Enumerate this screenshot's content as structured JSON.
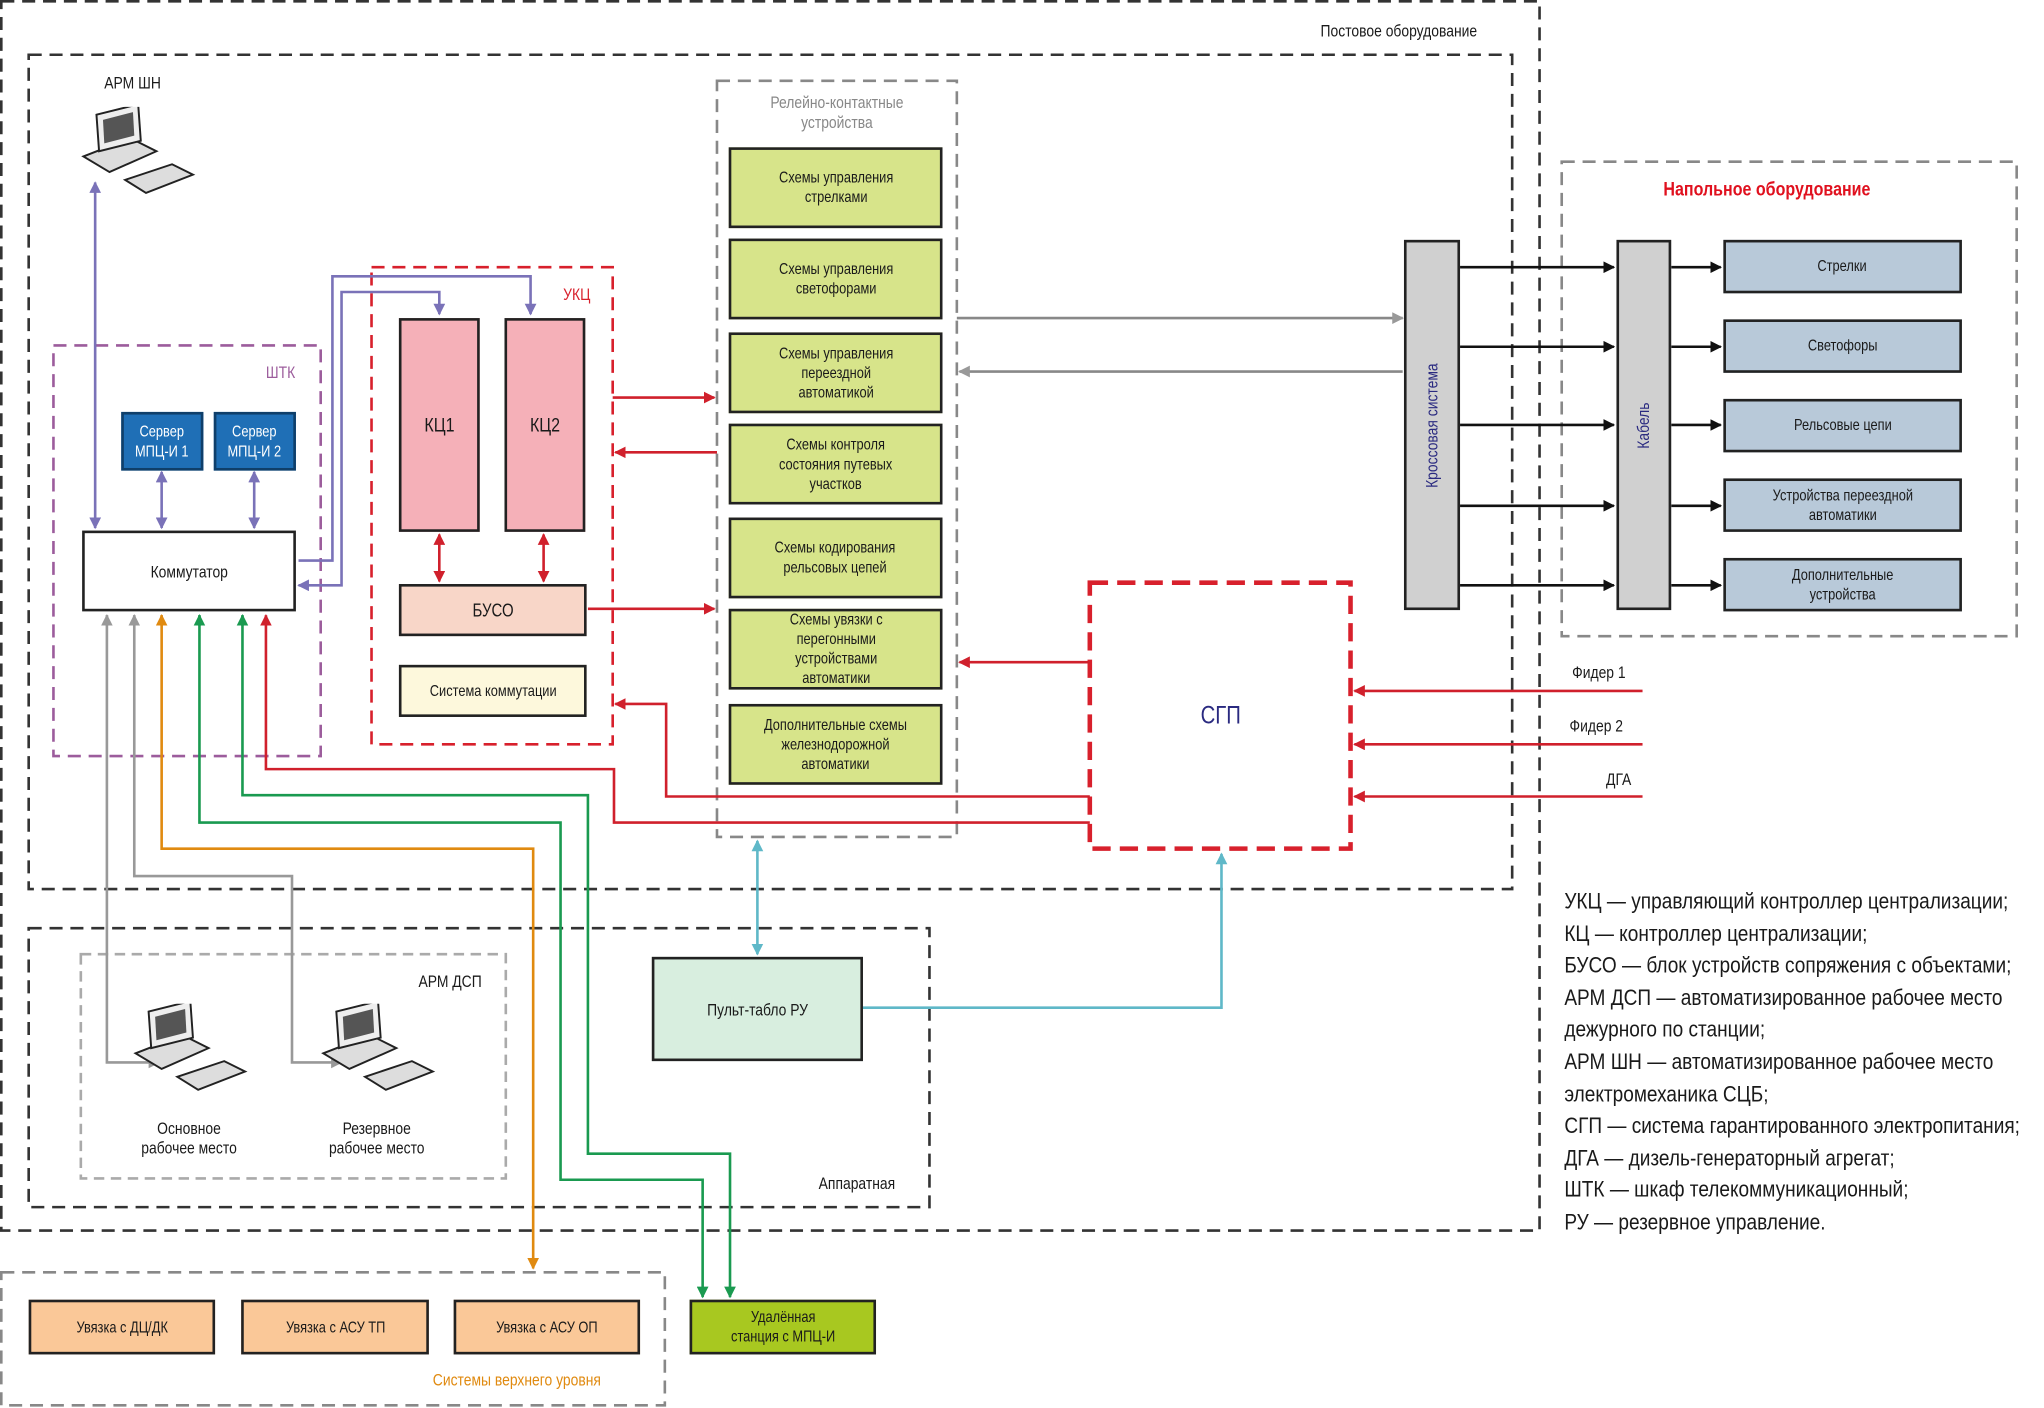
{
  "regions": {
    "post_equipment": "Постовое оборудование",
    "apparatus_room": "Аппаратная",
    "relay_contact": "Релейно-контактные\nустройства",
    "floor_equipment": "Напольное оборудование",
    "upper_level": "Системы верхнего уровня",
    "shtk": "ШТК",
    "ukc": "УКЦ",
    "arm_dsp": "АРМ ДСП"
  },
  "arm_shn": {
    "label": "АРМ ШН"
  },
  "servers": [
    "Сервер\nМПЦ-И 1",
    "Сервер\nМПЦ-И 2"
  ],
  "switch": "Коммутатор",
  "kc": [
    "КЦ1",
    "КЦ2"
  ],
  "buso": "БУСО",
  "commutation_system": "Система коммутации",
  "relay_schemes": [
    "Схемы управления\nстрелками",
    "Схемы управления\nсветофорами",
    "Схемы управления\nпереездной\nавтоматикой",
    "Схемы контроля\nсостояния путевых\nучастков",
    "Схемы кодирования\nрельсовых цепей",
    "Схемы увязки с\nперегонными\nустройствами\nавтоматики",
    "Дополнительные схемы\nжелезнодорожной\nавтоматики"
  ],
  "cross_system": "Кроссовая система",
  "cable": "Кабель",
  "floor_items": [
    "Стрелки",
    "Светофоры",
    "Рельсовые цепи",
    "Устройства переездной\nавтоматики",
    "Дополнительные\nустройства"
  ],
  "sgp": "СГП",
  "power_inputs": [
    "Фидер 1",
    "Фидер 2",
    "ДГА"
  ],
  "workstations": [
    "Основное\nрабочее место",
    "Резервное\nрабочее место"
  ],
  "reserve_panel": "Пульт-табло РУ",
  "upper_systems": [
    "Увязка с ДЦ/ДК",
    "Увязка с АСУ ТП",
    "Увязка с АСУ ОП"
  ],
  "remote_station": "Удалённая\nстанция с МПЦ-И",
  "legend": [
    "УКЦ — управляющий контроллер централизации;",
    "КЦ — контроллер централизации;",
    "БУСО — блок устройств сопряжения с объектами;",
    "АРМ ДСП — автоматизированное рабочее место",
    "дежурного по станции;",
    "АРМ ШН — автоматизированное рабочее место",
    "электромеханика СЦБ;",
    "СГП — система гарантированного электропитания;",
    "ДГА — дизель-генераторный агрегат;",
    "ШТК — шкаф телекоммуникационный;",
    "РУ — резервное управление."
  ],
  "colors": {
    "post_border": "#333333",
    "relay_border": "#888888",
    "floor_title": "#e0101e",
    "ukc_border": "#d8202c",
    "shtk_border": "#9c5c9c",
    "sgp_text": "#2a2a80",
    "upper_title": "#e08a10",
    "relay_fill": "#d7e48a",
    "floor_fill": "#b8c9d9",
    "kc_fill": "#f5b0b8",
    "buso_fill": "#f8d6c8",
    "commut_fill": "#fdf8dc",
    "server_fill": "#1f6fb6",
    "panel_fill": "#d8eedf",
    "upper_fill": "#fac898",
    "remote_fill": "#a8c820",
    "cross_fill": "#d0d0d0"
  },
  "icons": [
    "computer-icon"
  ]
}
